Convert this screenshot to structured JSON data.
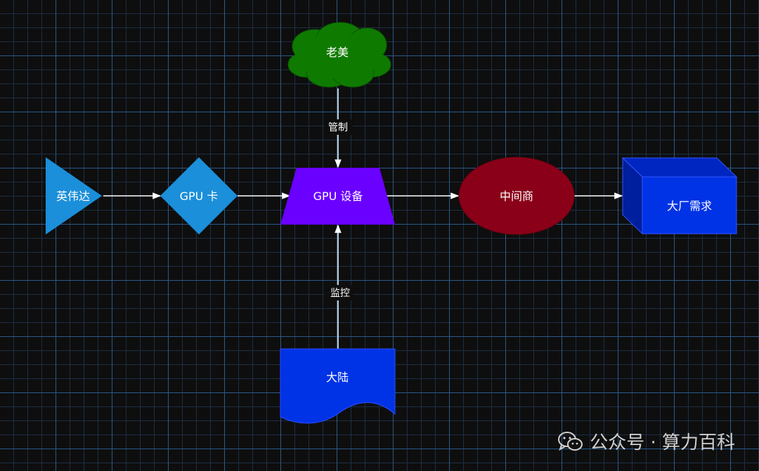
{
  "nodes": {
    "nvidia": {
      "label": "英伟达",
      "color": "#1b8fd9"
    },
    "gpu_card": {
      "label": "GPU 卡",
      "color": "#1b8fd9"
    },
    "gpu_device": {
      "label": "GPU 设备",
      "color": "#6a00ff"
    },
    "middleman": {
      "label": "中间商",
      "color": "#8a0018"
    },
    "bigtech_demand": {
      "label": "大厂需求",
      "color": "#0033e6"
    },
    "usa": {
      "label": "老美",
      "color": "#0f7a00"
    },
    "mainland": {
      "label": "大陆",
      "color": "#0033e6"
    }
  },
  "edges": {
    "control_label": "管制",
    "monitor_label": "监控"
  },
  "watermark": {
    "text": "公众号 · 算力百科",
    "icon": "wechat-icon"
  }
}
